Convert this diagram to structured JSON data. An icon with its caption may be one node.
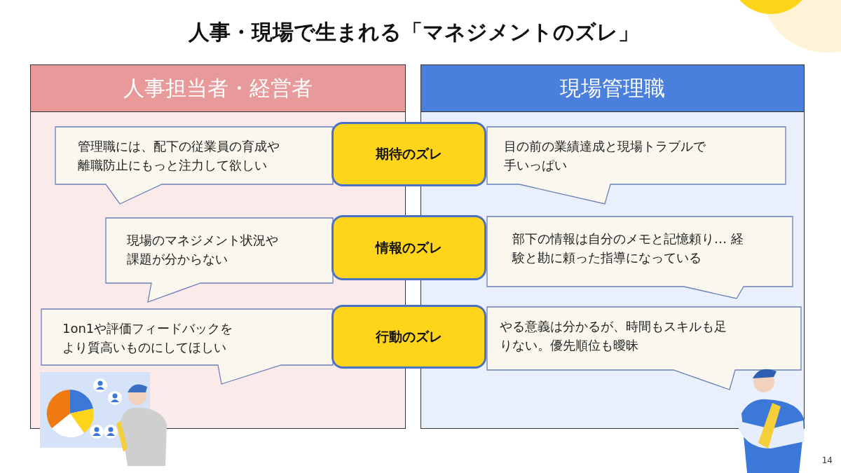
{
  "diagram": {
    "title": "人事・現場で生まれる「マネジメントのズレ」",
    "nodes": [
      {
        "text": [
          "人事担当者・経営者"
        ]
      },
      {
        "text": [
          "現場管理職"
        ]
      },
      {
        "text": [
          "管理職には、配下の従業員の育成や離職防止にもっと注力して欲しい"
        ],
        "in": 0
      },
      {
        "text": [
          "現場のマネジメント状況や課題が分からない"
        ],
        "in": 0
      },
      {
        "text": [
          "1on1や評価フィードバックをより質高いものにしてほしい"
        ],
        "in": 0
      },
      {
        "text": [
          "期待のズレ"
        ]
      },
      {
        "text": [
          "情報のズレ"
        ]
      },
      {
        "text": [
          "行動のズレ"
        ]
      },
      {
        "text": [
          "目の前の業績達成と現場トラブルで手いっぱい"
        ],
        "in": 1
      },
      {
        "text": [
          "部下の情報は自分のメモと記憶頼り… 経験と勘に頼った指導になっている"
        ],
        "in": 1
      },
      {
        "text": [
          "やる意義は分かるが、時間もスキルも足りない。優先順位も曖昧"
        ],
        "in": 1
      }
    ],
    "labels": [
      "14"
    ]
  }
}
